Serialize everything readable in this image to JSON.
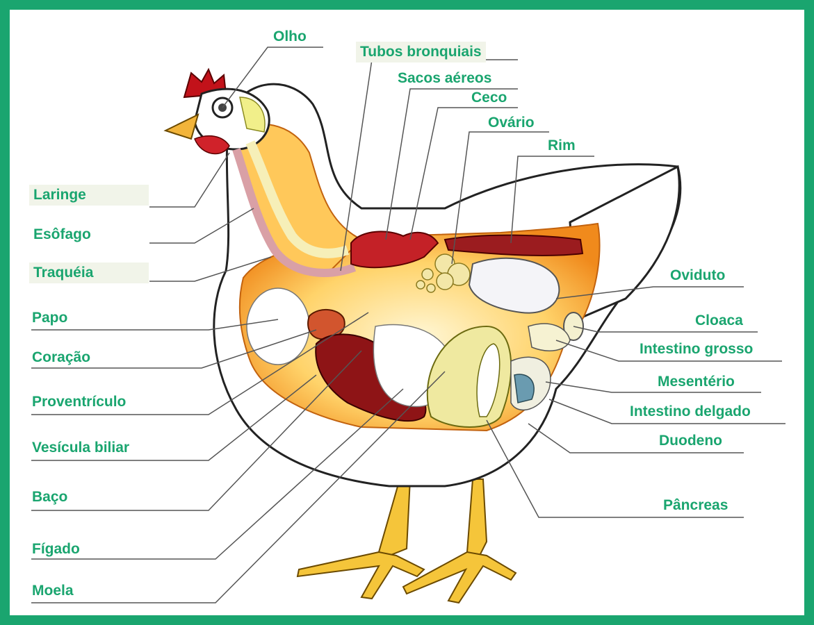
{
  "diagram": {
    "frame_color": "#1aa56f",
    "label_color": "#1aa56f",
    "labels": {
      "olho": "Olho",
      "tubos_bronquiais": "Tubos bronquiais",
      "sacos_aereos": "Sacos aéreos",
      "ceco": "Ceco",
      "ovario": "Ovário",
      "rim": "Rim",
      "laringe": "Laringe",
      "esofago": "Esôfago",
      "traqueia": "Traquéia",
      "papo": "Papo",
      "coracao": "Coração",
      "proventriculo": "Proventrículo",
      "vesicula_biliar": "Vesícula biliar",
      "baco": "Baço",
      "figado": "Fígado",
      "moela": "Moela",
      "oviduto": "Oviduto",
      "cloaca": "Cloaca",
      "intestino_grosso": "Intestino grosso",
      "mesenterio": "Mesentério",
      "intestino_delgado": "Intestino delgado",
      "duodeno": "Duodeno",
      "pancreas": "Pâncreas"
    }
  }
}
